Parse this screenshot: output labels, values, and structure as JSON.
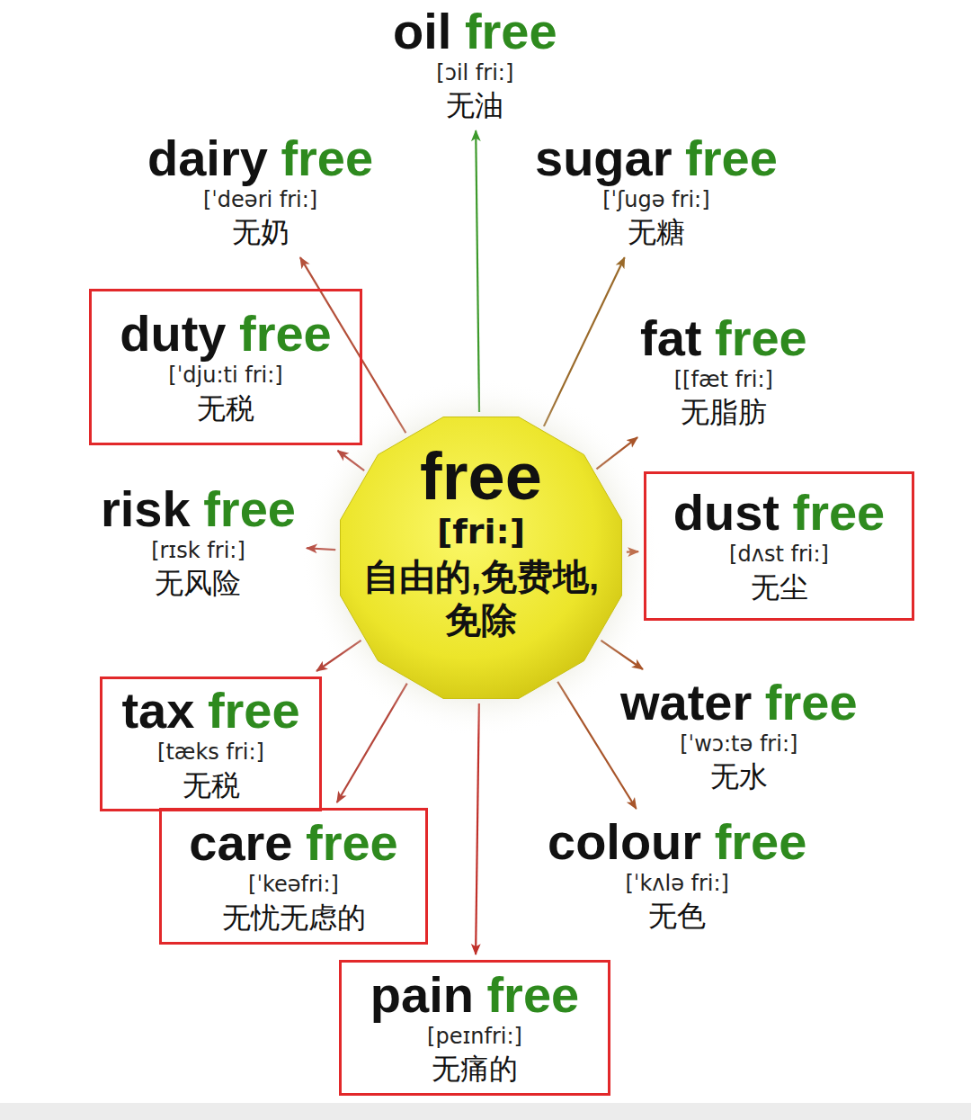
{
  "diagram": {
    "nodes": [
      {
        "text": [
          "free",
          "[fri:]",
          "自由的,免费地, 免除"
        ]
      },
      {
        "text": [
          "oil",
          "free",
          "[ɔil fri:]",
          "无油"
        ]
      },
      {
        "text": [
          "dairy",
          "free",
          "[ˈdeəri fri:]",
          "无奶"
        ]
      },
      {
        "text": [
          "sugar",
          "free",
          "[ˈʃugə fri:]",
          "无糖"
        ]
      },
      {
        "text": [
          "duty",
          "free",
          "[ˈdju:ti fri:]",
          "无税"
        ]
      },
      {
        "text": [
          "fat",
          "free",
          "[[fæt fri:]",
          "无脂肪"
        ]
      },
      {
        "text": [
          "risk",
          "free",
          "[rɪsk fri:]",
          "无风险"
        ]
      },
      {
        "text": [
          "dust",
          "free",
          "[dʌst fri:]",
          "无尘"
        ]
      },
      {
        "text": [
          "tax",
          "free",
          "[tæks fri:]",
          "无税"
        ]
      },
      {
        "text": [
          "water",
          "free",
          "[ˈwɔ:tə fri:]",
          "无水"
        ]
      },
      {
        "text": [
          "care",
          "free",
          "[ˈkeəfri:]",
          "无忧无虑的"
        ]
      },
      {
        "text": [
          "colour",
          "free",
          "[ˈkʌlə fri:]",
          "无色"
        ]
      },
      {
        "text": [
          "pain",
          "free",
          "[peɪnfri:]",
          "无痛的"
        ]
      }
    ],
    "edges": [
      {
        "from": 0,
        "to": 1,
        "arrow": "to"
      },
      {
        "from": 0,
        "to": 2,
        "arrow": "to"
      },
      {
        "from": 0,
        "to": 3,
        "arrow": "to"
      },
      {
        "from": 0,
        "to": 4,
        "arrow": "to"
      },
      {
        "from": 0,
        "to": 5,
        "arrow": "to"
      },
      {
        "from": 0,
        "to": 6,
        "arrow": "to"
      },
      {
        "from": 0,
        "to": 7,
        "arrow": "to"
      },
      {
        "from": 0,
        "to": 8,
        "arrow": "to"
      },
      {
        "from": 0,
        "to": 9,
        "arrow": "to"
      },
      {
        "from": 0,
        "to": 10,
        "arrow": "to"
      },
      {
        "from": 0,
        "to": 11,
        "arrow": "to"
      },
      {
        "from": 0,
        "to": 12,
        "arrow": "to"
      }
    ]
  }
}
